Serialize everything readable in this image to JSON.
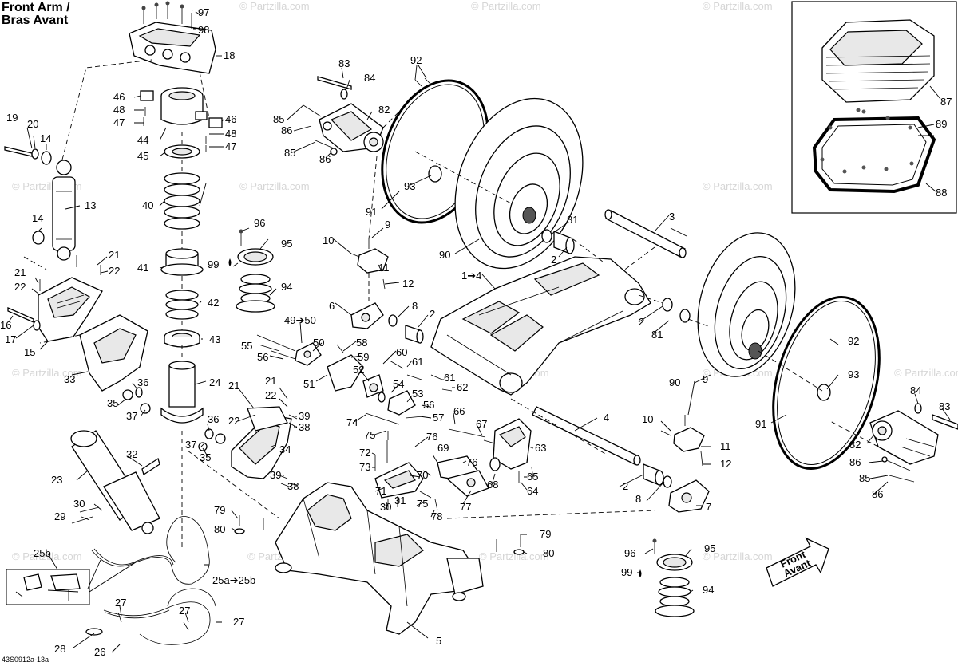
{
  "title": {
    "line1": "Front Arm /",
    "line2": "Bras Avant"
  },
  "watermark": "© Partzilla.com",
  "doc_ref": "43S0912a-13a",
  "front_arrow": {
    "line1": "Front",
    "line2": "Avant"
  },
  "callouts": {
    "c97": "97",
    "c98": "98",
    "c18": "18",
    "c46a": "46",
    "c48a": "48",
    "c47a": "47",
    "c46b": "46",
    "c48b": "48",
    "c47b": "47",
    "c44": "44",
    "c45": "45",
    "c40": "40",
    "c41": "41",
    "c42": "42",
    "c43": "43",
    "c24": "24",
    "c19": "19",
    "c20": "20",
    "c14a": "14",
    "c13": "13",
    "c14b": "14",
    "c21a": "21",
    "c22a": "22",
    "c21b": "21",
    "c22b": "22",
    "c16": "16",
    "c17": "17",
    "c15": "15",
    "c33": "33",
    "c36a": "36",
    "c35a": "35",
    "c37a": "37",
    "c36b": "36",
    "c37b": "37",
    "c35b": "35",
    "c21c": "21",
    "c22c": "22",
    "c39a": "39",
    "c38a": "38",
    "c34": "34",
    "c39b": "39",
    "c38b": "38",
    "c23": "23",
    "c32": "32",
    "c30a": "30",
    "c29": "29",
    "c25b_top": "25b",
    "c25a": "25a➔25b",
    "c27a": "27",
    "c27b": "27",
    "c27c": "27",
    "c28": "28",
    "c26": "26",
    "c83a": "83",
    "c84a": "84",
    "c82a": "82",
    "c85a": "85",
    "c86a": "86",
    "c85b": "85",
    "c86b": "86",
    "c92a": "92",
    "c93a": "93",
    "c91a": "91",
    "c90a": "90",
    "c81a": "81",
    "c2a": "2",
    "c3": "3",
    "c96a": "96",
    "c95a": "95",
    "c99a": "99",
    "c94a": "94",
    "c10a": "10",
    "c9a": "9",
    "c11a": "11",
    "c12a": "12",
    "c6": "6",
    "c8a": "8",
    "c2b": "2",
    "c14arrow": "1➔4",
    "c49": "49➔50",
    "c55": "55",
    "c56a": "56",
    "c50": "50",
    "c58": "58",
    "c59": "59",
    "c51": "51",
    "c52": "52",
    "c60": "60",
    "c61a": "61",
    "c61b": "61",
    "c62": "62",
    "c53": "53",
    "c54": "54",
    "c56b": "56",
    "c57": "57",
    "c74": "74",
    "c75a": "75",
    "c72": "72",
    "c73": "73",
    "c76a": "76",
    "c69": "69",
    "c76b": "76",
    "c66": "66",
    "c67": "67",
    "c63": "63",
    "c65": "65",
    "c64": "64",
    "c68": "68",
    "c70": "70",
    "c71": "71",
    "c30b": "30",
    "c31": "31",
    "c75b": "75",
    "c78": "78",
    "c77": "77",
    "c79a": "79",
    "c80a": "80",
    "c79b": "79",
    "c80b": "80",
    "c5": "5",
    "c4": "4",
    "c2c": "2",
    "c8b": "8",
    "c81b": "81",
    "c2d": "2",
    "c10b": "10",
    "c9b": "9",
    "c11b": "11",
    "c12b": "12",
    "c7": "7",
    "c90b": "90",
    "c92b": "92",
    "c93b": "93",
    "c91b": "91",
    "c84b": "84",
    "c83b": "83",
    "c82b": "82",
    "c86c": "86",
    "c85c": "85",
    "c86d": "86",
    "c96b": "96",
    "c95b": "95",
    "c99b": "99",
    "c94b": "94",
    "c87": "87",
    "c89": "89",
    "c88": "88"
  }
}
